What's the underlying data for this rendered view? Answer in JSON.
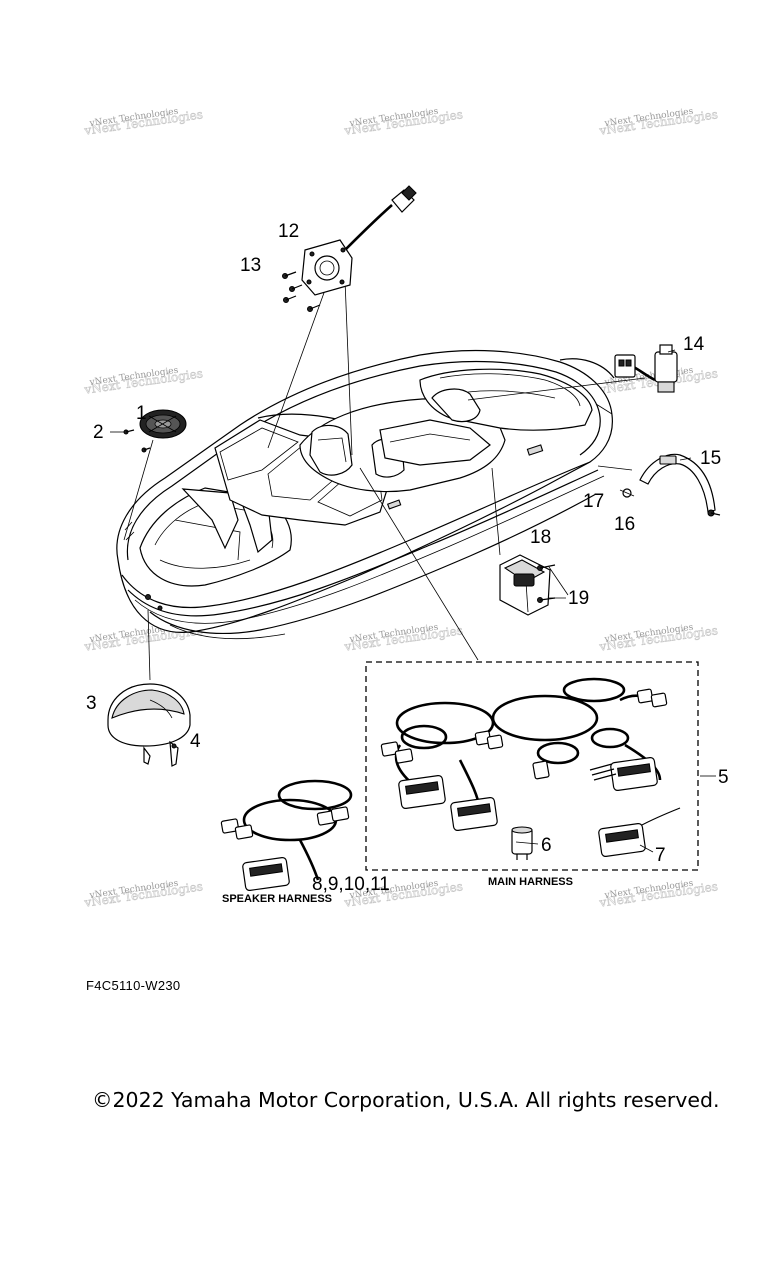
{
  "watermark_text": "vNext Technologies",
  "callouts": {
    "c1": "1",
    "c2": "2",
    "c3": "3",
    "c4": "4",
    "c5": "5",
    "c6": "6",
    "c7": "7",
    "c8": "8,9,10,11",
    "c12": "12",
    "c13": "13",
    "c14": "14",
    "c15": "15",
    "c16": "16",
    "c17": "17",
    "c18": "18",
    "c19": "19"
  },
  "labels": {
    "main_harness": "MAIN HARNESS",
    "speaker_harness": "SPEAKER HARNESS"
  },
  "diagram_code": "F4C5110-W230",
  "copyright": "©2022 Yamaha Motor Corporation, U.S.A. All rights reserved."
}
